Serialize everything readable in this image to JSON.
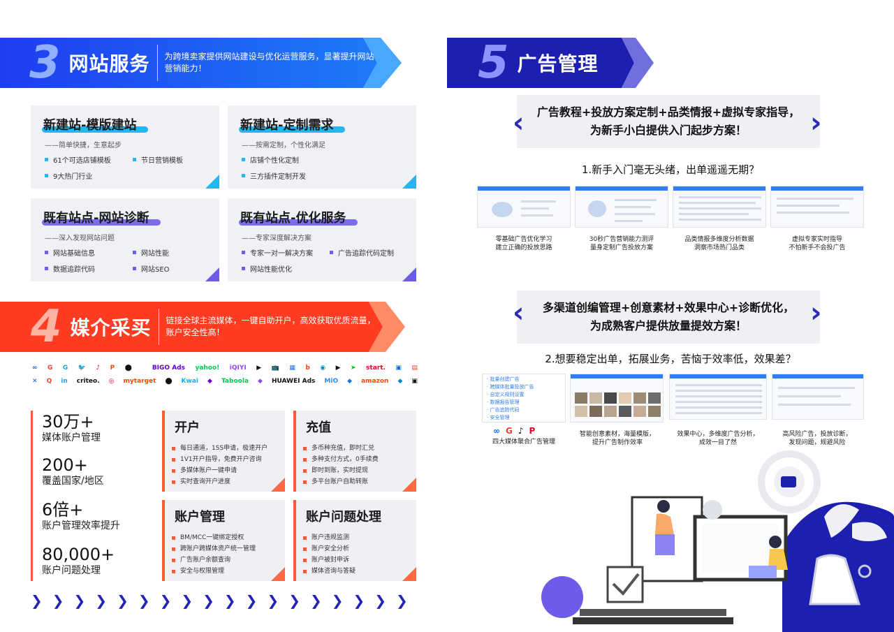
{
  "section3": {
    "num": "3",
    "title": "网站服务",
    "desc": "为跨境卖家提供网站建设与优化运营服务，显著提升网站营销能力！"
  },
  "section4": {
    "num": "4",
    "title": "媒介采买",
    "desc": "链接全球主流媒体，一键自助开户，高效获取优质流量，账户安全性高！"
  },
  "section5": {
    "num": "5",
    "title": "广告管理"
  },
  "service_cards": [
    {
      "title": "新建站-模版建站",
      "sub": "——简单快捷，生意起步",
      "items": [
        "61个可选店铺模板",
        "节日营销模板",
        "9大热门行业"
      ]
    },
    {
      "title": "新建站-定制需求",
      "sub": "——按需定制，个性化满足",
      "items": [
        "店铺个性化定制",
        "三方插件定制开发"
      ]
    },
    {
      "title": "既有站点-网站诊断",
      "sub": "——深入发现网站问题",
      "items": [
        "网站基础信息",
        "网站性能",
        "数据追踪代码",
        "网站SEO"
      ]
    },
    {
      "title": "既有站点-优化服务",
      "sub": "——专家深度解决方案",
      "items": [
        "专家一对一解决方案",
        "广告追踪代码定制",
        "网站性能优化"
      ]
    }
  ],
  "media_logos_row1": [
    "∞",
    "G",
    "G",
    "🐦",
    "♪",
    "P",
    "⬤",
    "",
    "BIGO Ads",
    "yahoo!",
    "iQIYI",
    "▶",
    "📺",
    "▦",
    "b",
    "◉",
    "▶",
    "➤",
    "start.",
    "▣",
    "▤"
  ],
  "media_logos_row2": [
    "✕",
    "Q",
    "in",
    "criteo.",
    "◎",
    "mytarget",
    "⬤",
    "Kwai",
    "◆",
    "Taboola",
    "◆",
    "HUAWEI Ads",
    "MiO",
    "◆",
    "amazon",
    "◆",
    "▣"
  ],
  "stats": [
    {
      "big": "30万+",
      "small": "媒体账户管理"
    },
    {
      "big": "200+",
      "small": "覆盖国家/地区"
    },
    {
      "big": "6倍+",
      "small": "账户管理效率提升"
    },
    {
      "big": "80,000+",
      "small": "账户问题处理"
    }
  ],
  "account_cards": [
    {
      "title": "开户",
      "items": [
        "每日通道，1SS申请，极速开户",
        "1V1开户指导，免费开户咨询",
        "多媒体账户一键申请",
        "实时查询开户进度"
      ]
    },
    {
      "title": "充值",
      "items": [
        "多币种充值，即时汇兑",
        "多种支付方式，0手续费",
        "即时到账，实时提现",
        "多平台账户自助转账"
      ]
    },
    {
      "title": "账户管理",
      "items": [
        "BM/MCC一键绑定授权",
        "跨账户跨媒体资产统一管理",
        "广告账户余额查询",
        "安全与权限管理"
      ]
    },
    {
      "title": "账户问题处理",
      "items": [
        "账户违规监测",
        "账户安全分析",
        "账户被封申诉",
        "媒体咨询与答疑"
      ]
    }
  ],
  "promo1": {
    "line1": "广告教程+投放方案定制+品类情报+虚拟专家指导，",
    "line2": "为新手小白提供入门起步方案！"
  },
  "question1": "1.新手入门毫无头绪，出单遥遥无期？",
  "captions1": [
    {
      "l1": "零基础广告优化学习",
      "l2": "建立正确的投放思路"
    },
    {
      "l1": "30秒广告营销能力测评",
      "l2": "量身定制广告投放方案"
    },
    {
      "l1": "品类情报多维度分析数据",
      "l2": "洞察市场热门品类"
    },
    {
      "l1": "虚拟专家实时指导",
      "l2": "不怕新手不会投广告"
    }
  ],
  "promo2": {
    "line1": "多渠道创编管理+创意素材+效果中心+诊断优化，",
    "line2": "为成熟客户提供放量提效方案！"
  },
  "question2": "2.想要稳定出单，拓展业务，苦恼于效率低，效果差？",
  "menu_items": [
    "批量创建广告",
    "跨媒体批量投放广告",
    "自定义规则设置",
    "数据报告管理",
    "广告追踪代码",
    "安全管理"
  ],
  "captions2": [
    {
      "l1": "四大媒体聚合广告管理",
      "l2": ""
    },
    {
      "l1": "智能创意素材，海量模版，",
      "l2": "提升广告制作效率"
    },
    {
      "l1": "效果中心，多维度广告分析，",
      "l2": "成效一目了然"
    },
    {
      "l1": "高风险广告，投放诊断，",
      "l2": "发现问题，规避风险"
    }
  ],
  "mini_logos": [
    "∞",
    "G",
    "♪",
    "P"
  ],
  "arrow_glyph": "❯",
  "colors": {
    "blue": "#1a47f5",
    "red": "#ff3b22",
    "navy": "#1d1fb0",
    "cyan": "#29b3f0",
    "purple": "#6c5ce7"
  }
}
